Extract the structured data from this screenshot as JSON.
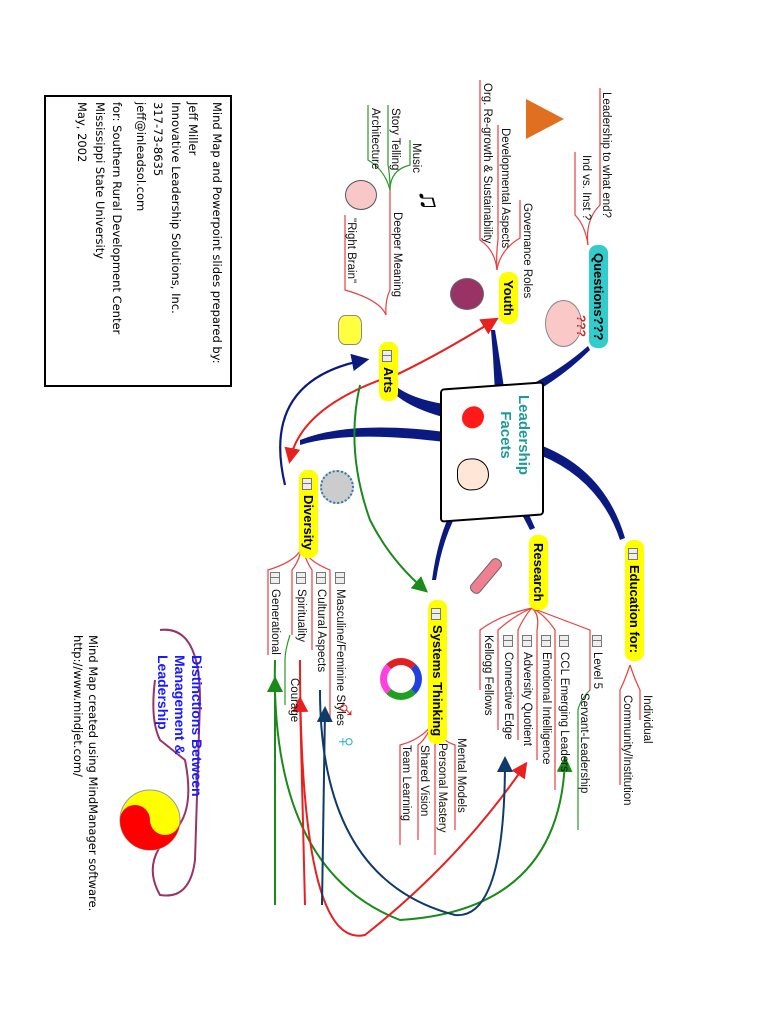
{
  "central_topic": {
    "line1": "Leadership",
    "line2": "Facets"
  },
  "info_box": {
    "lines": [
      "Mind Map and Powerpoint slides prepared by:",
      "Jeff Miller",
      "Innovative Leadership Solutions, Inc.",
      "317-73-8635",
      "jeff@inleadsol.com",
      "for: Southern Rural Development Center",
      "Mississippi State University",
      "May, 2002"
    ]
  },
  "credit": {
    "line1": "Mind Map created using MindManager software.",
    "line2": "http://www.mindjet.com/"
  },
  "callout": {
    "line1": "Distinctions Between",
    "line2": "Management &",
    "line3": "Leadership"
  },
  "topics": {
    "questions": {
      "label": "Questions???",
      "children": [
        "Leadership to what end?",
        "Ind vs. Inst ?"
      ]
    },
    "youth": {
      "label": "Youth",
      "children": [
        "Governance Roles",
        "Developmental Aspects",
        "Org. Re-growth & Sustainability"
      ]
    },
    "arts": {
      "label": "Arts",
      "children": [
        "Deeper Meaning",
        "\"Right Brain\""
      ],
      "grandchildren": [
        "Music",
        "Story Telling",
        "Architecture"
      ]
    },
    "diversity": {
      "label": "Diversity",
      "children": [
        "Masculine/Feminine Styles",
        "Cultural Aspects",
        "Spirituality",
        "Generational"
      ],
      "grandchildren": [
        "Courage"
      ]
    },
    "systems": {
      "label": "Systems Thinking",
      "children": [
        "Mental Models",
        "Personal Mastery",
        "Shared Vision",
        "Team Learning"
      ]
    },
    "research": {
      "label": "Research",
      "children": [
        "Level 5",
        "CCL Emerging Leaders",
        "Emotional Intelligence",
        "Adversity Quotient",
        "Connective Edge",
        "Kellogg Fellows"
      ],
      "grandchildren": [
        "Servant-Leadership"
      ]
    },
    "education": {
      "label": "Education for:",
      "children": [
        "Individual",
        "Community/Institution"
      ]
    }
  },
  "colors": {
    "topic_yellow": "#ffff00",
    "topic_cyan": "#33cccc",
    "branch_navy": "#0a1a80",
    "branch_red": "#e03030",
    "branch_green": "#1a8a1a",
    "title_teal": "#1e9a9a",
    "callout_blue": "#1a1aff"
  }
}
